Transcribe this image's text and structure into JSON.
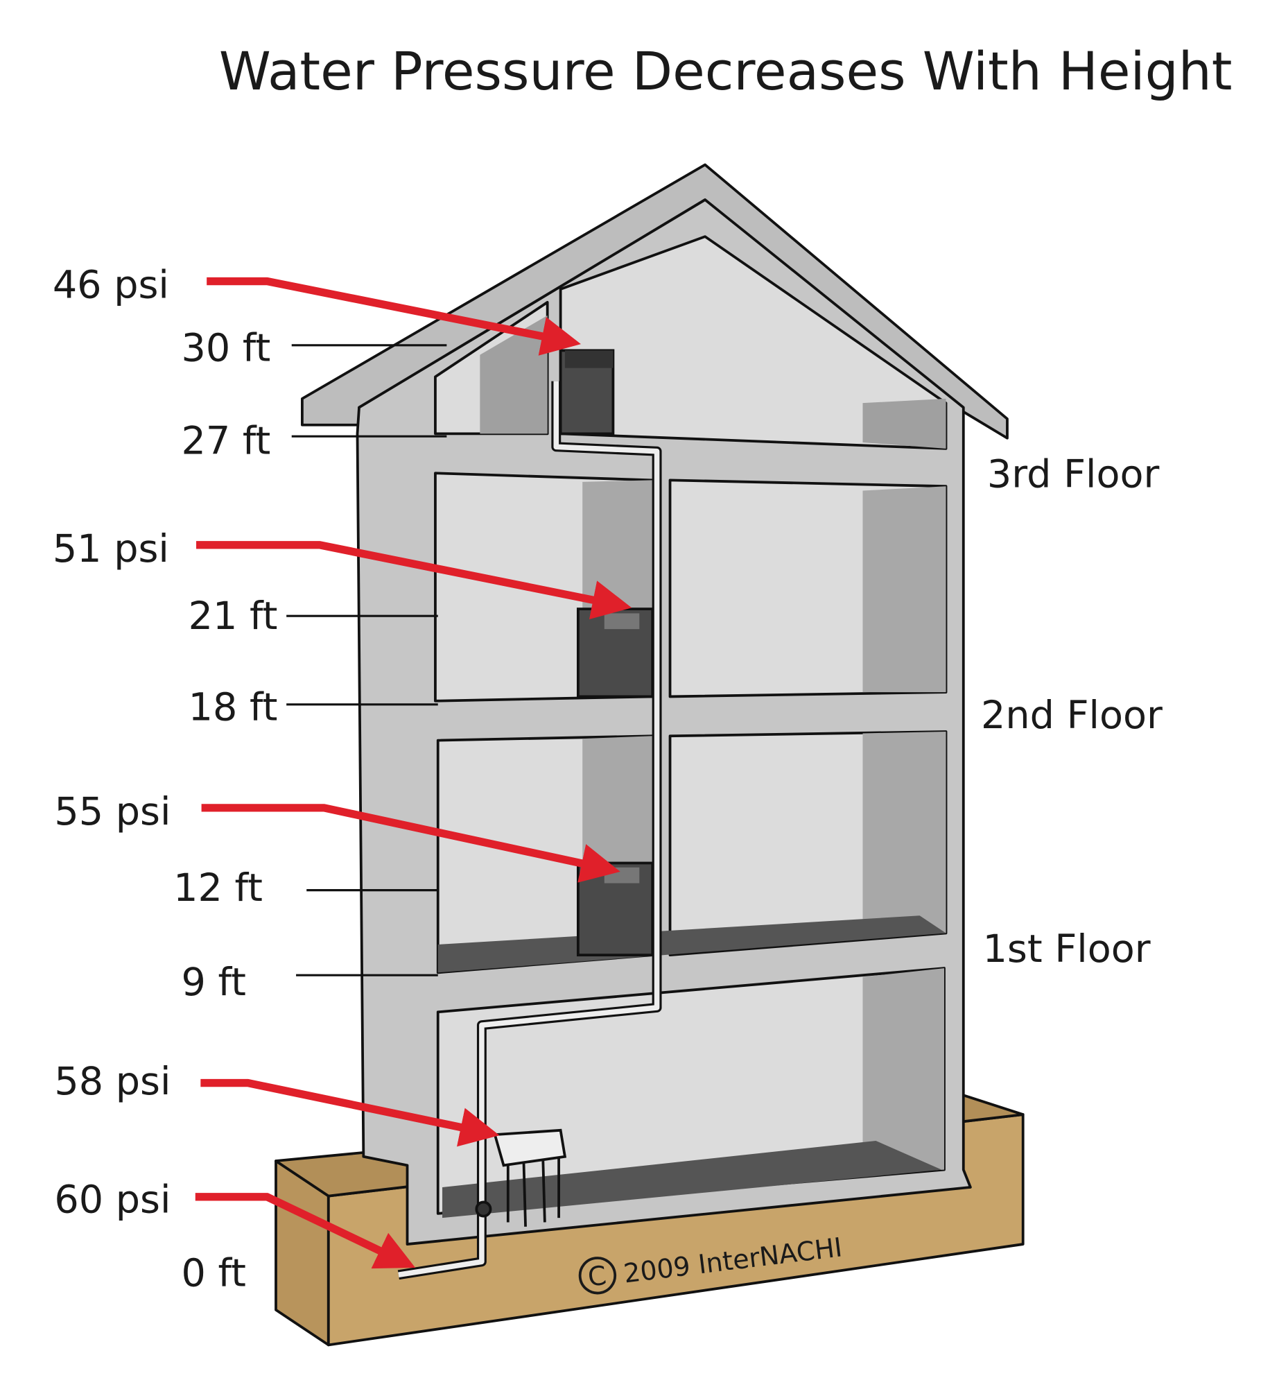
{
  "title": "Water Pressure Decreases With Height",
  "pressure_labels": [
    "46 psi",
    "51 psi",
    "55 psi",
    "58 psi",
    "60 psi"
  ],
  "height_labels": [
    "30 ft",
    "27 ft",
    "21 ft",
    "18 ft",
    "12 ft",
    "9 ft",
    "0 ft"
  ],
  "floor_labels": [
    "3rd Floor",
    "2nd Floor",
    "1st Floor"
  ],
  "copyright": "2009  InterNACHI",
  "colors": {
    "arrow": "#e0202a",
    "foundation": "#c8a46a",
    "wall": "#c6c6c6",
    "room": "#dcdcdc"
  }
}
